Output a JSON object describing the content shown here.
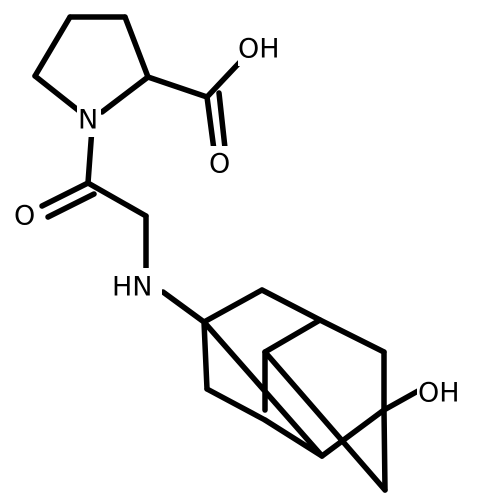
{
  "molecule": {
    "atoms": {
      "n_ring": "N",
      "acid_oh": "OH",
      "acid_o": "O",
      "amide_o": "O",
      "amine_nh": "HN",
      "adamantane_oh": "OH"
    }
  }
}
